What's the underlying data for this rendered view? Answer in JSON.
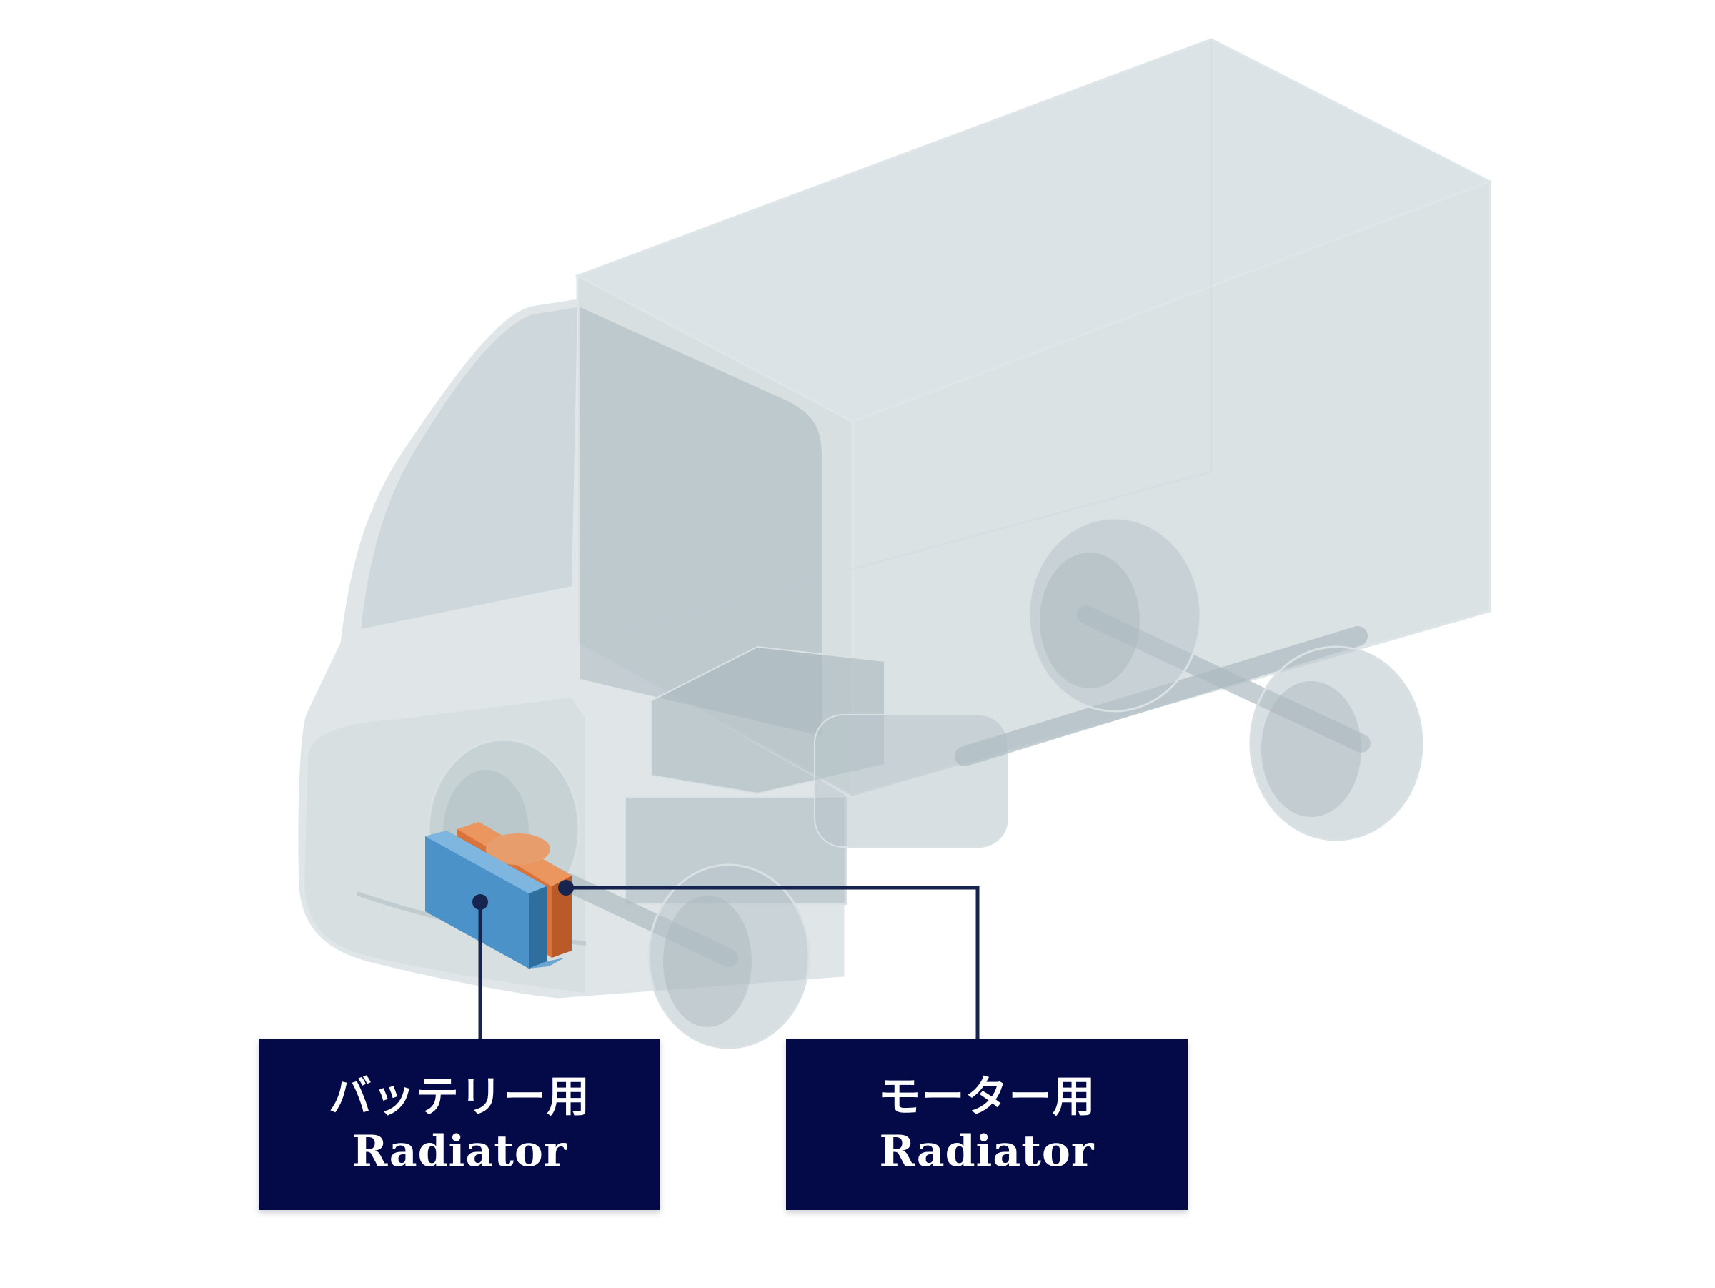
{
  "labels": {
    "battery_radiator": {
      "line1": "バッテリー用",
      "line2": "Radiator"
    },
    "motor_radiator": {
      "line1": "モーター用",
      "line2": "Radiator"
    }
  },
  "colors": {
    "label_bg": "#040a47",
    "leader_line": "#16244f",
    "battery_radiator": "#4a92c8",
    "motor_radiator": "#d9733c",
    "truck_body": "#c9d3d8"
  }
}
